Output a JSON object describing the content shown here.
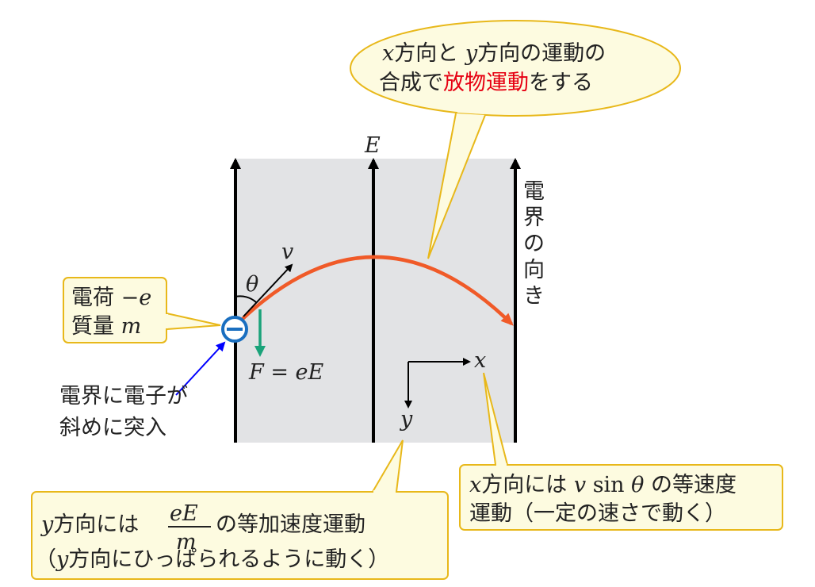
{
  "field_label": "E",
  "field_direction": [
    "電",
    "界",
    "の",
    "向",
    "き"
  ],
  "velocity_label": "v",
  "angle_label": "θ",
  "force_label": "F = eE",
  "axis_x": "x",
  "axis_y": "y",
  "charge_box": {
    "line1_text": "電荷",
    "line1_math": "−e",
    "line2_text": "質量",
    "line2_math": "m"
  },
  "entry_note": {
    "line1": "電界に電子が",
    "line2": "斜めに突入"
  },
  "top_callout": {
    "line1_var1": "x",
    "line1_text1": "方向と",
    "line1_var2": "y",
    "line1_text2": "方向の運動の",
    "line2_pre": "合成で",
    "line2_highlight": "放物運動",
    "line2_post": "をする"
  },
  "y_callout": {
    "line1_var": "y",
    "line1_text": "方向には",
    "frac_num": "eE",
    "frac_den": "m",
    "line1_post": "の等加速度運動",
    "line2_open": "（",
    "line2_var": "y",
    "line2_text": "方向にひっぱられるように動く）"
  },
  "x_callout": {
    "line1_var": "x",
    "line1_text": "方向には",
    "line1_math": "v",
    "line1_sin": "sin",
    "line1_theta": "θ",
    "line1_post": "の等速度",
    "line2": "運動（一定の速さで動く）"
  },
  "colors": {
    "field_region": "#e2e3e5",
    "trajectory": "#f05a28",
    "electron": "#1a6fc0",
    "force": "#1aa37a",
    "callout_fill": "#fdfbe0",
    "callout_stroke": "#e8b81a",
    "highlight": "#e60012",
    "entry_arrow": "#0000ff"
  }
}
